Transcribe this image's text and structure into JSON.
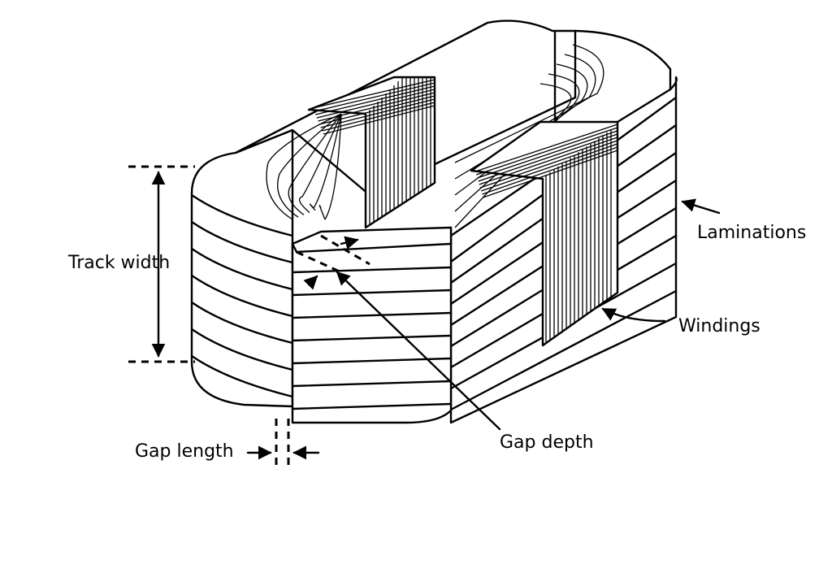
{
  "labels": {
    "track_width": "Track width",
    "laminations": "Laminations",
    "windings": "Windings",
    "gap_depth": "Gap depth",
    "gap_length": "Gap length"
  },
  "colors": {
    "line": "#000000",
    "background": "#ffffff"
  }
}
